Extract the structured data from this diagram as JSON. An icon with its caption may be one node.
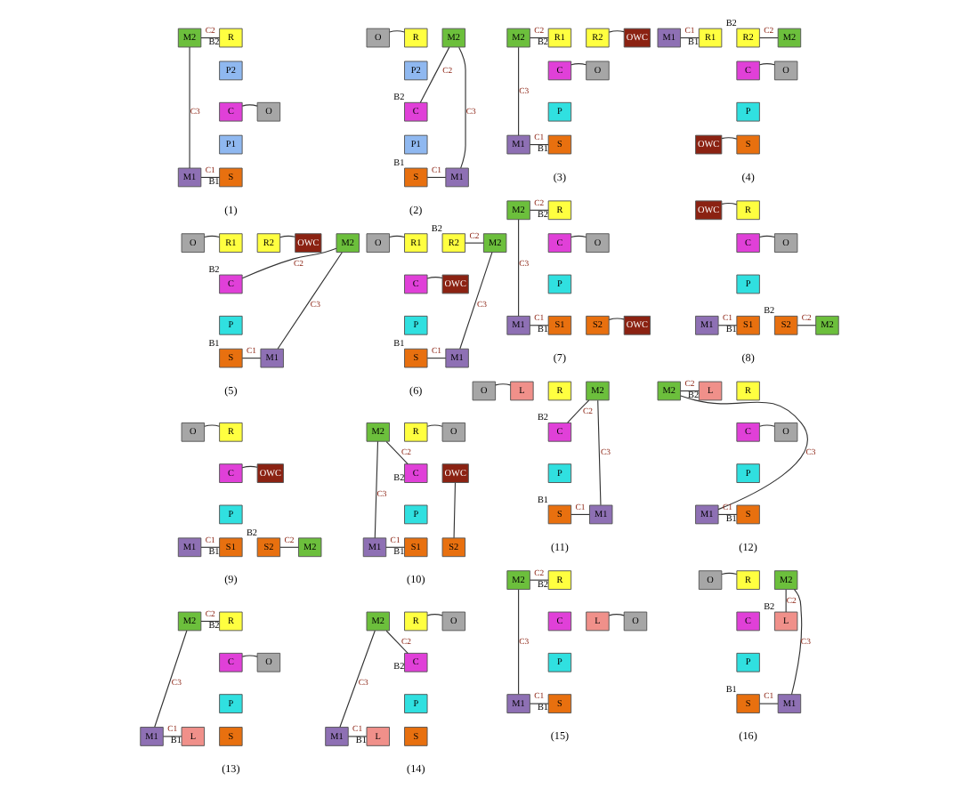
{
  "diagram": {
    "nodes": [
      {
        "text": [
          "M2"
        ]
      },
      {
        "text": [
          "R"
        ],
        "beside": [
          "B2"
        ]
      },
      {
        "text": [
          "P2"
        ]
      },
      {
        "text": [
          "C"
        ]
      },
      {
        "text": [
          "O"
        ]
      },
      {
        "text": [
          "P1"
        ]
      },
      {
        "text": [
          "M1"
        ]
      },
      {
        "text": [
          "S"
        ],
        "beside": [
          "B1"
        ]
      },
      {
        "text": [
          "O"
        ]
      },
      {
        "text": [
          "R"
        ]
      },
      {
        "text": [
          "M2"
        ]
      },
      {
        "text": [
          "P2"
        ]
      },
      {
        "text": [
          "C"
        ],
        "beside": [
          "B2"
        ]
      },
      {
        "text": [
          "P1"
        ]
      },
      {
        "text": [
          "S"
        ],
        "beside": [
          "B1"
        ]
      },
      {
        "text": [
          "M1"
        ]
      },
      {
        "text": [
          "M2"
        ]
      },
      {
        "text": [
          "R1"
        ],
        "beside": [
          "B2"
        ]
      },
      {
        "text": [
          "R2"
        ]
      },
      {
        "text": [
          "OWC"
        ]
      },
      {
        "text": [
          "C"
        ]
      },
      {
        "text": [
          "O"
        ]
      },
      {
        "text": [
          "P"
        ]
      },
      {
        "text": [
          "M1"
        ]
      },
      {
        "text": [
          "S"
        ],
        "beside": [
          "B1"
        ]
      },
      {
        "text": [
          "M1"
        ]
      },
      {
        "text": [
          "R1"
        ],
        "beside": [
          "B1"
        ]
      },
      {
        "text": [
          "R2"
        ],
        "beside": [
          "B2"
        ]
      },
      {
        "text": [
          "M2"
        ]
      },
      {
        "text": [
          "C"
        ]
      },
      {
        "text": [
          "O"
        ]
      },
      {
        "text": [
          "P"
        ]
      },
      {
        "text": [
          "OWC"
        ]
      },
      {
        "text": [
          "S"
        ]
      },
      {
        "text": [
          "O"
        ]
      },
      {
        "text": [
          "R1"
        ]
      },
      {
        "text": [
          "R2"
        ]
      },
      {
        "text": [
          "OWC"
        ]
      },
      {
        "text": [
          "M2"
        ]
      },
      {
        "text": [
          "C"
        ],
        "beside": [
          "B2"
        ]
      },
      {
        "text": [
          "P"
        ]
      },
      {
        "text": [
          "S"
        ],
        "beside": [
          "B1"
        ]
      },
      {
        "text": [
          "M1"
        ]
      },
      {
        "text": [
          "O"
        ]
      },
      {
        "text": [
          "R1"
        ]
      },
      {
        "text": [
          "R2"
        ],
        "beside": [
          "B2"
        ]
      },
      {
        "text": [
          "M2"
        ]
      },
      {
        "text": [
          "OWC"
        ]
      },
      {
        "text": [
          "C"
        ]
      },
      {
        "text": [
          "P"
        ]
      },
      {
        "text": [
          "S"
        ],
        "beside": [
          "B1"
        ]
      },
      {
        "text": [
          "M1"
        ]
      },
      {
        "text": [
          "M2"
        ]
      },
      {
        "text": [
          "R"
        ],
        "beside": [
          "B2"
        ]
      },
      {
        "text": [
          "C"
        ]
      },
      {
        "text": [
          "O"
        ]
      },
      {
        "text": [
          "P"
        ]
      },
      {
        "text": [
          "M1"
        ]
      },
      {
        "text": [
          "S1"
        ],
        "beside": [
          "B1"
        ]
      },
      {
        "text": [
          "S2"
        ]
      },
      {
        "text": [
          "OWC"
        ]
      },
      {
        "text": [
          "R"
        ]
      },
      {
        "text": [
          "OWC"
        ]
      },
      {
        "text": [
          "C"
        ]
      },
      {
        "text": [
          "O"
        ]
      },
      {
        "text": [
          "P"
        ]
      },
      {
        "text": [
          "M1"
        ]
      },
      {
        "text": [
          "S1"
        ],
        "beside": [
          "B1"
        ]
      },
      {
        "text": [
          "S2"
        ],
        "beside": [
          "B2"
        ]
      },
      {
        "text": [
          "M2"
        ]
      },
      {
        "text": [
          "O"
        ]
      },
      {
        "text": [
          "R"
        ]
      },
      {
        "text": [
          "OWC"
        ]
      },
      {
        "text": [
          "C"
        ]
      },
      {
        "text": [
          "P"
        ]
      },
      {
        "text": [
          "M1"
        ]
      },
      {
        "text": [
          "S1"
        ],
        "beside": [
          "B1"
        ]
      },
      {
        "text": [
          "S2"
        ],
        "beside": [
          "B2"
        ]
      },
      {
        "text": [
          "M2"
        ]
      },
      {
        "text": [
          "M2"
        ]
      },
      {
        "text": [
          "R"
        ]
      },
      {
        "text": [
          "O"
        ]
      },
      {
        "text": [
          "C"
        ],
        "beside": [
          "B2"
        ]
      },
      {
        "text": [
          "OWC"
        ]
      },
      {
        "text": [
          "P"
        ]
      },
      {
        "text": [
          "M1"
        ]
      },
      {
        "text": [
          "S1"
        ],
        "beside": [
          "B1"
        ]
      },
      {
        "text": [
          "S2"
        ]
      },
      {
        "text": [
          "O"
        ]
      },
      {
        "text": [
          "L"
        ]
      },
      {
        "text": [
          "R"
        ]
      },
      {
        "text": [
          "M2"
        ]
      },
      {
        "text": [
          "C"
        ],
        "beside": [
          "B2"
        ]
      },
      {
        "text": [
          "P"
        ]
      },
      {
        "text": [
          "S"
        ],
        "beside": [
          "B1"
        ]
      },
      {
        "text": [
          "M1"
        ]
      },
      {
        "text": [
          "M2"
        ]
      },
      {
        "text": [
          "L"
        ],
        "beside": [
          "B2"
        ]
      },
      {
        "text": [
          "R"
        ]
      },
      {
        "text": [
          "C"
        ]
      },
      {
        "text": [
          "O"
        ]
      },
      {
        "text": [
          "P"
        ]
      },
      {
        "text": [
          "M1"
        ]
      },
      {
        "text": [
          "S"
        ],
        "beside": [
          "B1"
        ]
      },
      {
        "text": [
          "M2"
        ]
      },
      {
        "text": [
          "R"
        ],
        "beside": [
          "B2"
        ]
      },
      {
        "text": [
          "C"
        ]
      },
      {
        "text": [
          "O"
        ]
      },
      {
        "text": [
          "P"
        ]
      },
      {
        "text": [
          "M1"
        ]
      },
      {
        "text": [
          "L"
        ],
        "beside": [
          "B1"
        ]
      },
      {
        "text": [
          "S"
        ]
      },
      {
        "text": [
          "M2"
        ]
      },
      {
        "text": [
          "R"
        ]
      },
      {
        "text": [
          "O"
        ]
      },
      {
        "text": [
          "C"
        ],
        "beside": [
          "B2"
        ]
      },
      {
        "text": [
          "P"
        ]
      },
      {
        "text": [
          "M1"
        ]
      },
      {
        "text": [
          "L"
        ],
        "beside": [
          "B1"
        ]
      },
      {
        "text": [
          "S"
        ]
      },
      {
        "text": [
          "M2"
        ]
      },
      {
        "text": [
          "R"
        ],
        "beside": [
          "B2"
        ]
      },
      {
        "text": [
          "C"
        ]
      },
      {
        "text": [
          "L"
        ]
      },
      {
        "text": [
          "O"
        ]
      },
      {
        "text": [
          "P"
        ]
      },
      {
        "text": [
          "M1"
        ]
      },
      {
        "text": [
          "S"
        ],
        "beside": [
          "B1"
        ]
      },
      {
        "text": [
          "O"
        ]
      },
      {
        "text": [
          "R"
        ]
      },
      {
        "text": [
          "M2"
        ]
      },
      {
        "text": [
          "C"
        ]
      },
      {
        "text": [
          "L"
        ],
        "beside": [
          "B2"
        ]
      },
      {
        "text": [
          "P"
        ]
      },
      {
        "text": [
          "S"
        ],
        "beside": [
          "B1"
        ]
      },
      {
        "text": [
          "M1"
        ]
      }
    ],
    "edges": [
      {
        "from": 0,
        "to": 1,
        "arrow": "none",
        "label": "C2"
      },
      {
        "from": 3,
        "to": 4,
        "arrow": "none"
      },
      {
        "from": 0,
        "to": 6,
        "arrow": "none",
        "label": "C3"
      },
      {
        "from": 6,
        "to": 7,
        "arrow": "none",
        "label": "C1"
      },
      {
        "from": 8,
        "to": 9,
        "arrow": "none"
      },
      {
        "from": 12,
        "to": 10,
        "arrow": "none",
        "label": "C2"
      },
      {
        "from": 10,
        "to": 15,
        "arrow": "none",
        "label": "C3"
      },
      {
        "from": 14,
        "to": 15,
        "arrow": "none",
        "label": "C1"
      },
      {
        "from": 16,
        "to": 17,
        "arrow": "none",
        "label": "C2"
      },
      {
        "from": 18,
        "to": 19,
        "arrow": "none"
      },
      {
        "from": 20,
        "to": 21,
        "arrow": "none"
      },
      {
        "from": 16,
        "to": 23,
        "arrow": "none",
        "label": "C3"
      },
      {
        "from": 23,
        "to": 24,
        "arrow": "none",
        "label": "C1"
      },
      {
        "from": 25,
        "to": 26,
        "arrow": "none",
        "label": "C1"
      },
      {
        "from": 27,
        "to": 28,
        "arrow": "none",
        "label": "C2"
      },
      {
        "from": 29,
        "to": 30,
        "arrow": "none"
      },
      {
        "from": 32,
        "to": 33,
        "arrow": "none"
      },
      {
        "from": 34,
        "to": 35,
        "arrow": "none"
      },
      {
        "from": 36,
        "to": 37,
        "arrow": "none"
      },
      {
        "from": 39,
        "to": 38,
        "arrow": "none",
        "label": "C2"
      },
      {
        "from": 38,
        "to": 42,
        "arrow": "none",
        "label": "C3"
      },
      {
        "from": 41,
        "to": 42,
        "arrow": "none",
        "label": "C1"
      },
      {
        "from": 43,
        "to": 44,
        "arrow": "none"
      },
      {
        "from": 45,
        "to": 46,
        "arrow": "none",
        "label": "C2"
      },
      {
        "from": 47,
        "to": 48,
        "arrow": "none"
      },
      {
        "from": 46,
        "to": 51,
        "arrow": "none",
        "label": "C3"
      },
      {
        "from": 50,
        "to": 51,
        "arrow": "none",
        "label": "C1"
      },
      {
        "from": 52,
        "to": 53,
        "arrow": "none",
        "label": "C2"
      },
      {
        "from": 54,
        "to": 55,
        "arrow": "none"
      },
      {
        "from": 52,
        "to": 57,
        "arrow": "none",
        "label": "C3"
      },
      {
        "from": 57,
        "to": 58,
        "arrow": "none",
        "label": "C1"
      },
      {
        "from": 59,
        "to": 60,
        "arrow": "none"
      },
      {
        "from": 62,
        "to": 61,
        "arrow": "none"
      },
      {
        "from": 63,
        "to": 64,
        "arrow": "none"
      },
      {
        "from": 66,
        "to": 67,
        "arrow": "none",
        "label": "C1"
      },
      {
        "from": 68,
        "to": 69,
        "arrow": "none",
        "label": "C2"
      },
      {
        "from": 70,
        "to": 71,
        "arrow": "none"
      },
      {
        "from": 73,
        "to": 72,
        "arrow": "none"
      },
      {
        "from": 75,
        "to": 76,
        "arrow": "none",
        "label": "C1"
      },
      {
        "from": 77,
        "to": 78,
        "arrow": "none",
        "label": "C2"
      },
      {
        "from": 80,
        "to": 81,
        "arrow": "none"
      },
      {
        "from": 79,
        "to": 82,
        "arrow": "none",
        "label": "C2"
      },
      {
        "from": 79,
        "to": 85,
        "arrow": "none",
        "label": "C3"
      },
      {
        "from": 85,
        "to": 86,
        "arrow": "none",
        "label": "C1"
      },
      {
        "from": 87,
        "to": 83,
        "arrow": "none"
      },
      {
        "from": 88,
        "to": 89,
        "arrow": "none"
      },
      {
        "from": 92,
        "to": 91,
        "arrow": "none",
        "label": "C2"
      },
      {
        "from": 91,
        "to": 95,
        "arrow": "none",
        "label": "C3"
      },
      {
        "from": 94,
        "to": 95,
        "arrow": "none",
        "label": "C1"
      },
      {
        "from": 96,
        "to": 97,
        "arrow": "none",
        "label": "C2"
      },
      {
        "from": 99,
        "to": 100,
        "arrow": "none"
      },
      {
        "from": 96,
        "to": 102,
        "arrow": "none",
        "label": "C3"
      },
      {
        "from": 102,
        "to": 103,
        "arrow": "none",
        "label": "C1"
      },
      {
        "from": 104,
        "to": 105,
        "arrow": "none",
        "label": "C2"
      },
      {
        "from": 106,
        "to": 107,
        "arrow": "none"
      },
      {
        "from": 104,
        "to": 109,
        "arrow": "none",
        "label": "C3"
      },
      {
        "from": 109,
        "to": 110,
        "arrow": "none",
        "label": "C1"
      },
      {
        "from": 113,
        "to": 114,
        "arrow": "none"
      },
      {
        "from": 112,
        "to": 115,
        "arrow": "none",
        "label": "C2"
      },
      {
        "from": 112,
        "to": 117,
        "arrow": "none",
        "label": "C3"
      },
      {
        "from": 117,
        "to": 118,
        "arrow": "none",
        "label": "C1"
      },
      {
        "from": 120,
        "to": 121,
        "arrow": "none",
        "label": "C2"
      },
      {
        "from": 123,
        "to": 124,
        "arrow": "none"
      },
      {
        "from": 120,
        "to": 126,
        "arrow": "none",
        "label": "C3"
      },
      {
        "from": 126,
        "to": 127,
        "arrow": "none",
        "label": "C1"
      },
      {
        "from": 128,
        "to": 129,
        "arrow": "none"
      },
      {
        "from": 132,
        "to": 130,
        "arrow": "none",
        "label": "C2"
      },
      {
        "from": 130,
        "to": 135,
        "arrow": "none",
        "label": "C3"
      },
      {
        "from": 134,
        "to": 135,
        "arrow": "none",
        "label": "C1"
      }
    ],
    "labels": [
      "(1)",
      "(2)",
      "(3)",
      "(4)",
      "(5)",
      "(6)",
      "(7)",
      "(8)",
      "(9)",
      "(10)",
      "(11)",
      "(12)",
      "(13)",
      "(14)",
      "(15)",
      "(16)"
    ]
  }
}
